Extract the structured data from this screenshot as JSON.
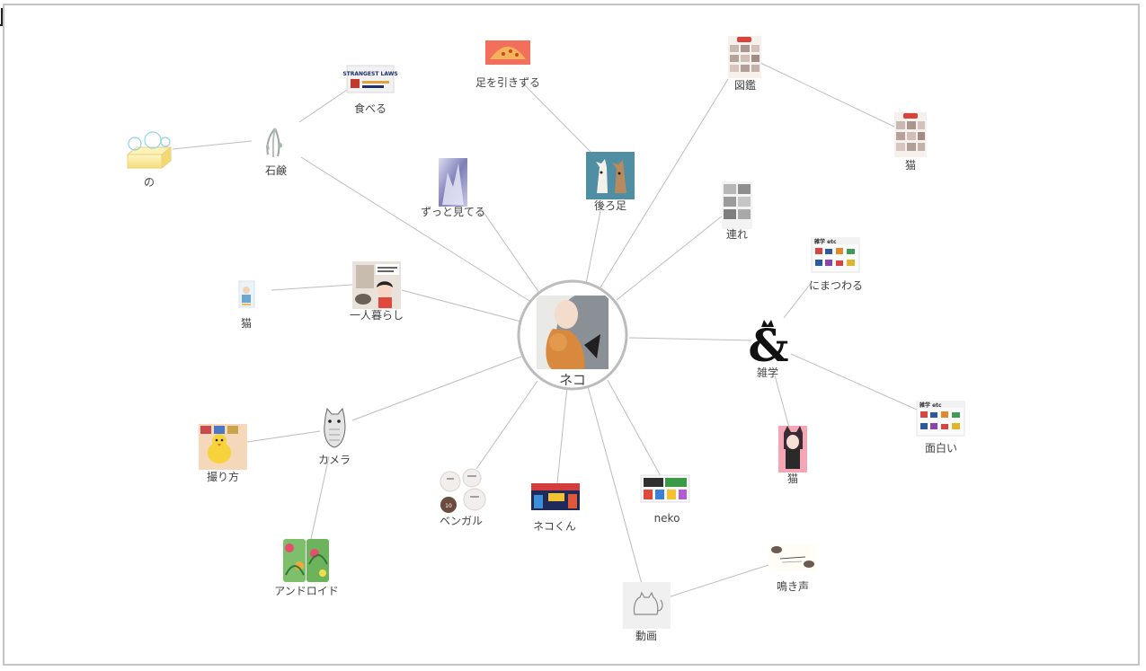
{
  "center": {
    "label": "ネコ",
    "icon": "cat-girl-portrait"
  },
  "nodes": [
    {
      "id": "ashi",
      "label": "足を引きずる",
      "icon": "food-thumbnail"
    },
    {
      "id": "taberu",
      "label": "食べる",
      "icon": "strangest-laws-thumbnail",
      "thumb_text": "STRANGEST LAWS"
    },
    {
      "id": "sekken",
      "label": "石鹸",
      "icon": "hanging-plant-icon"
    },
    {
      "id": "no",
      "label": "の",
      "icon": "soap-bubbles-icon"
    },
    {
      "id": "zutto",
      "label": "ずっと見てる",
      "icon": "crystal-thumbnail"
    },
    {
      "id": "ushiro",
      "label": "後ろ足",
      "icon": "two-cats-illustration"
    },
    {
      "id": "zukan",
      "label": "図鑑",
      "icon": "cat-encyclopedia-thumbnail"
    },
    {
      "id": "neko_zukan",
      "label": "猫",
      "icon": "cat-encyclopedia-thumbnail"
    },
    {
      "id": "tsure",
      "label": "連れ",
      "icon": "cat-photo-collage"
    },
    {
      "id": "nimatsuwaru",
      "label": "にまつわる",
      "icon": "trivia-chart-thumbnail",
      "thumb_text": "雑学 etc"
    },
    {
      "id": "zatsugaku",
      "label": "雑学",
      "icon": "ampersand-cat-icon"
    },
    {
      "id": "omoshiroi",
      "label": "面白い",
      "icon": "trivia-chart-thumbnail",
      "thumb_text": "雑学 etc"
    },
    {
      "id": "neko_anime",
      "label": "猫",
      "icon": "cat-girl-anime"
    },
    {
      "id": "hitorigurashi",
      "label": "一人暮らし",
      "icon": "living-alone-thumbnail"
    },
    {
      "id": "neko_small",
      "label": "猫",
      "icon": "small-cat-card"
    },
    {
      "id": "camera",
      "label": "カメラ",
      "icon": "cat-sketch-icon"
    },
    {
      "id": "torikata",
      "label": "撮り方",
      "icon": "chick-photo-thumbnail"
    },
    {
      "id": "android",
      "label": "アンドロイド",
      "icon": "tropical-phone-case"
    },
    {
      "id": "bengal",
      "label": "ベンガル",
      "icon": "cat-stickers-thumbnail"
    },
    {
      "id": "nekokun",
      "label": "ネコくん",
      "icon": "game-banner-thumbnail"
    },
    {
      "id": "neko_en",
      "label": "neko",
      "icon": "cat-illustration-banner"
    },
    {
      "id": "douga",
      "label": "動画",
      "icon": "cat-outline-icon"
    },
    {
      "id": "nakigoe",
      "label": "鳴き声",
      "icon": "cat-sketch-doodle"
    }
  ],
  "colors": {
    "edge": "#bdbdbd",
    "label": "#444444",
    "frame_border": "#c4c4c4",
    "center_ring": "#bcbcbc"
  }
}
